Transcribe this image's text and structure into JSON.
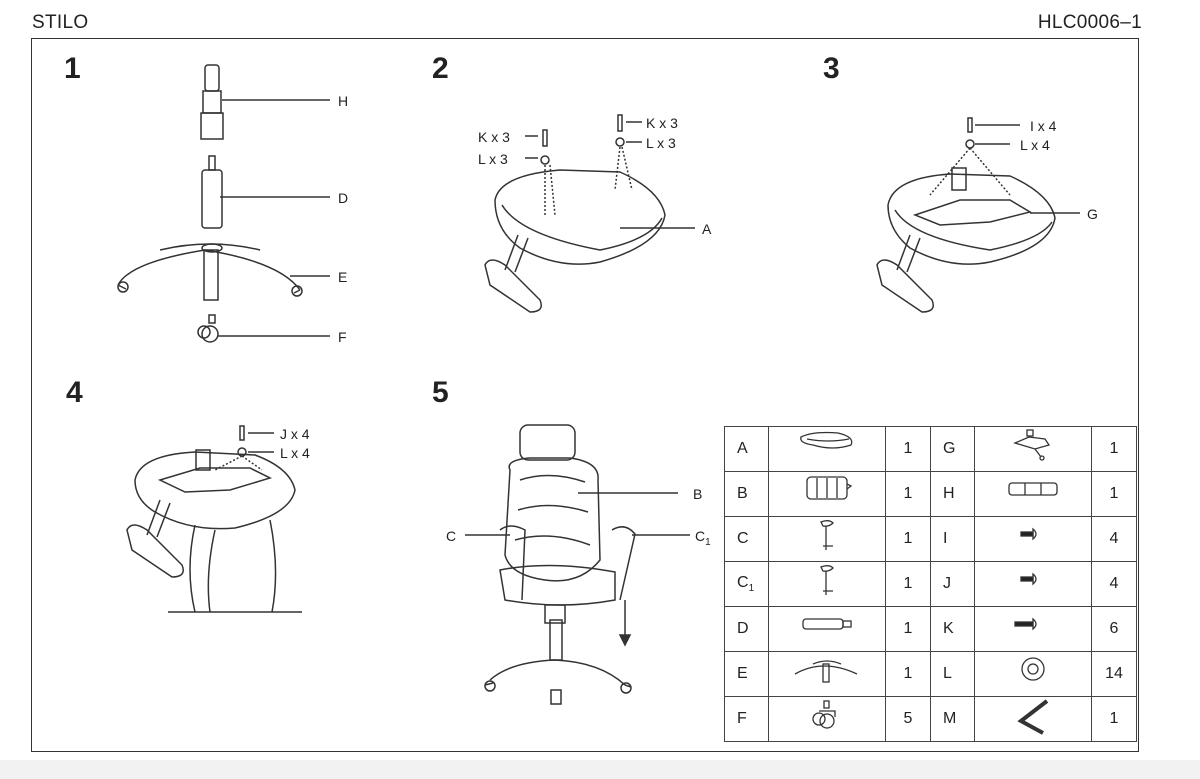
{
  "header": {
    "brand": "STILO",
    "code": "HLC0006–1"
  },
  "steps": [
    {
      "number": "1",
      "labels": [
        "H",
        "D",
        "E",
        "F"
      ]
    },
    {
      "number": "2",
      "labels": [
        "K x 3",
        "L x 3",
        "K x 3",
        "L x 3",
        "A"
      ]
    },
    {
      "number": "3",
      "labels": [
        "I x 4",
        "L  x 4",
        "G"
      ]
    },
    {
      "number": "4",
      "labels": [
        "J  x 4",
        "L  x 4"
      ]
    },
    {
      "number": "5",
      "labels": [
        "B",
        "C",
        "C",
        "1"
      ]
    }
  ],
  "parts_table": {
    "rows": [
      {
        "left": {
          "letter": "A",
          "icon": "seat-icon",
          "qty": "1"
        },
        "right": {
          "letter": "G",
          "icon": "mechanism-icon",
          "qty": "1"
        }
      },
      {
        "left": {
          "letter": "B",
          "icon": "backrest-icon",
          "qty": "1"
        },
        "right": {
          "letter": "H",
          "icon": "gas-cover-icon",
          "qty": "1"
        }
      },
      {
        "left": {
          "letter": "C",
          "icon": "armrest-icon",
          "qty": "1"
        },
        "right": {
          "letter": "I",
          "icon": "bolt-icon",
          "qty": "4"
        }
      },
      {
        "left": {
          "letter": "C",
          "sub": "1",
          "icon": "armrest-icon",
          "qty": "1"
        },
        "right": {
          "letter": "J",
          "icon": "bolt-icon",
          "qty": "4"
        }
      },
      {
        "left": {
          "letter": "D",
          "icon": "gas-lift-icon",
          "qty": "1"
        },
        "right": {
          "letter": "K",
          "icon": "bolt-long-icon",
          "qty": "6"
        }
      },
      {
        "left": {
          "letter": "E",
          "icon": "base-icon",
          "qty": "1"
        },
        "right": {
          "letter": "L",
          "icon": "washer-icon",
          "qty": "14"
        }
      },
      {
        "left": {
          "letter": "F",
          "icon": "caster-icon",
          "qty": "5"
        },
        "right": {
          "letter": "M",
          "icon": "allen-key-icon",
          "qty": "1"
        }
      }
    ]
  }
}
